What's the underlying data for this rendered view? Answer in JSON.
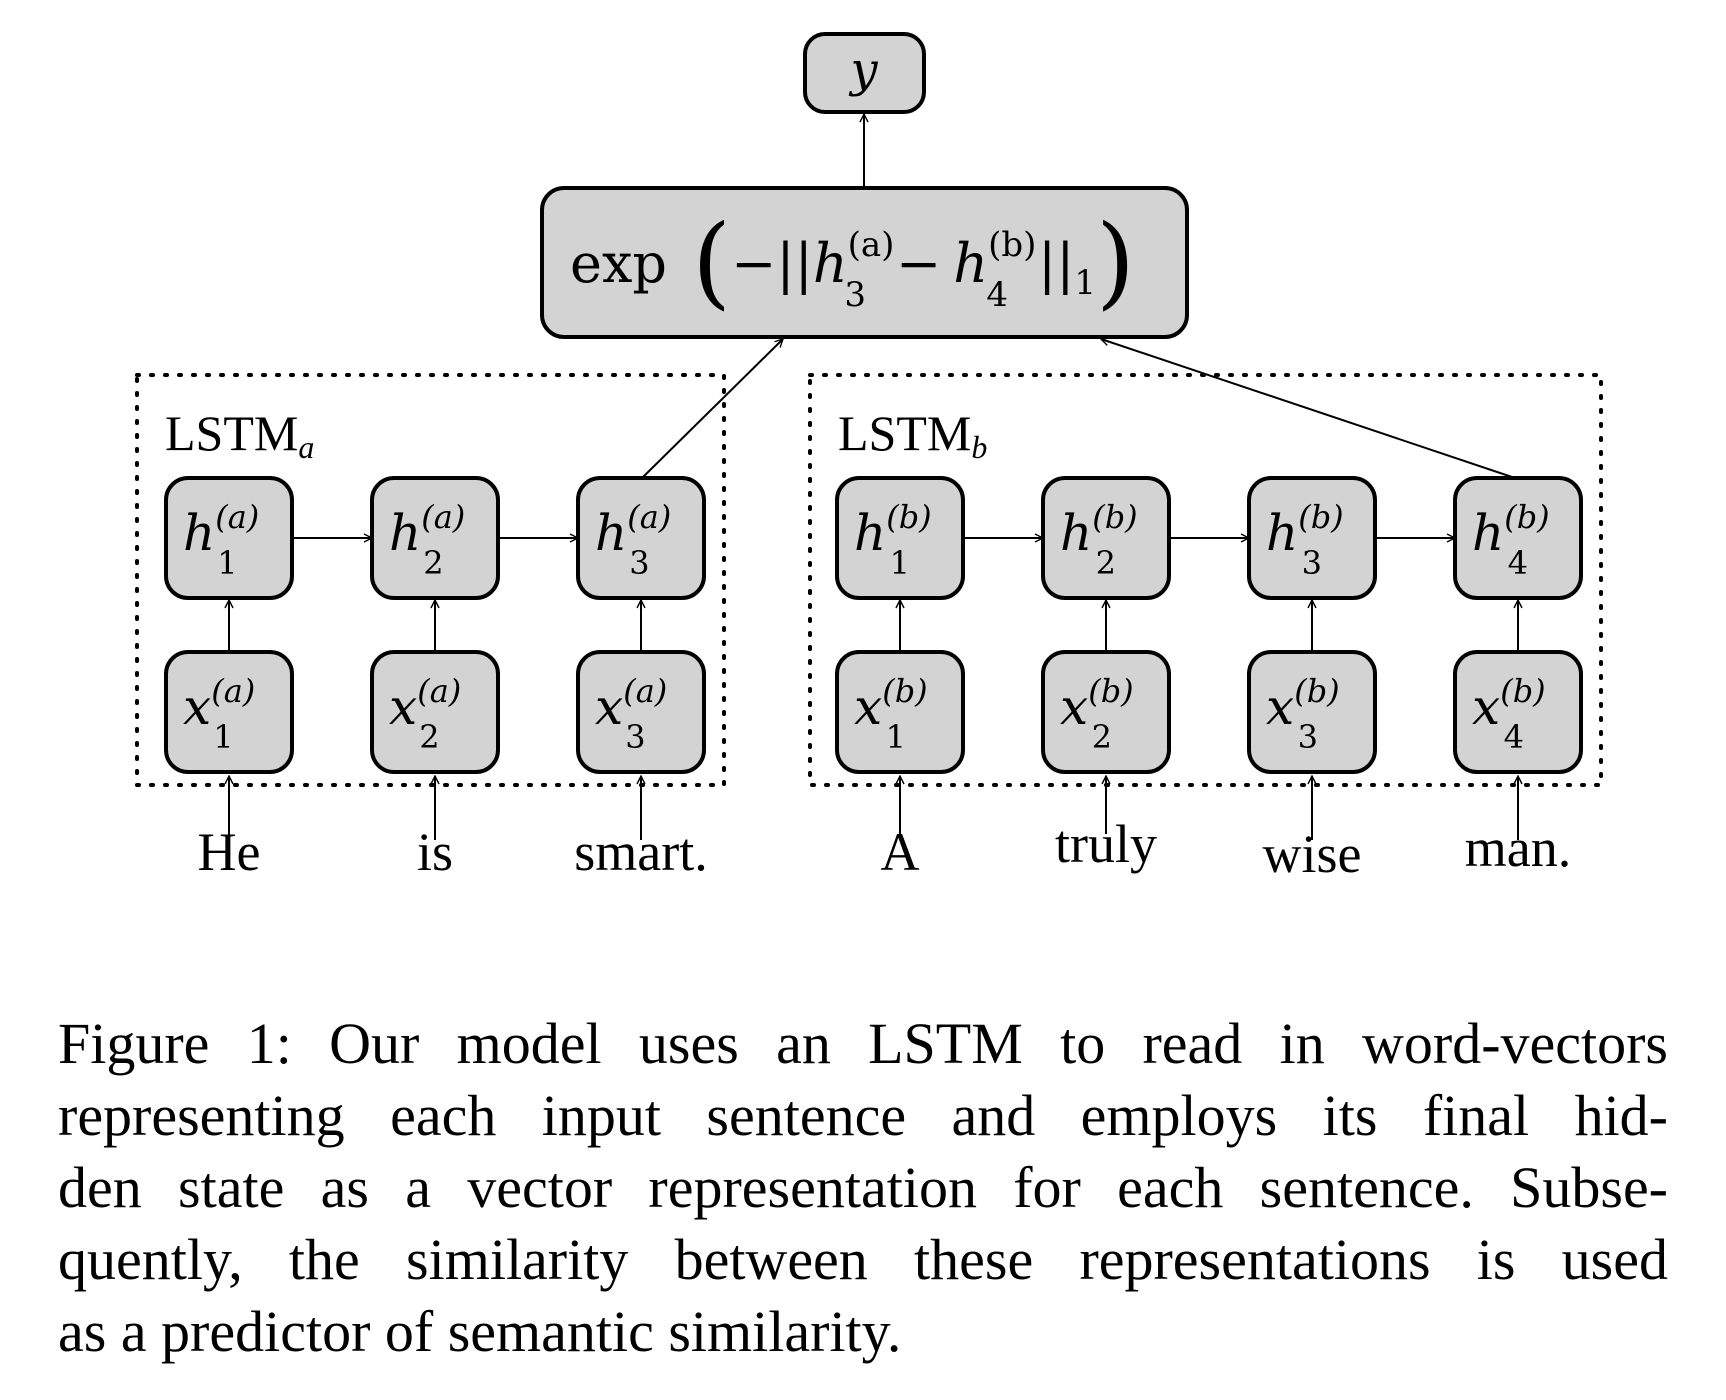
{
  "output_node": {
    "base": "y"
  },
  "similarity_node": {
    "func": "exp",
    "minus": "−",
    "norm_open": "||",
    "h_a": {
      "base": "h",
      "sup": "(a)",
      "sub": "3"
    },
    "op": "−",
    "h_b": {
      "base": "h",
      "sup": "(b)",
      "sub": "4"
    },
    "norm_close": "||",
    "norm_sub": "1"
  },
  "lstm_a": {
    "label": "LSTM",
    "label_sub": "a",
    "hidden": [
      {
        "base": "h",
        "sup": "(a)",
        "sub": "1"
      },
      {
        "base": "h",
        "sup": "(a)",
        "sub": "2"
      },
      {
        "base": "h",
        "sup": "(a)",
        "sub": "3"
      }
    ],
    "inputs": [
      {
        "base": "x",
        "sup": "(a)",
        "sub": "1"
      },
      {
        "base": "x",
        "sup": "(a)",
        "sub": "2"
      },
      {
        "base": "x",
        "sup": "(a)",
        "sub": "3"
      }
    ],
    "words": [
      "He",
      "is",
      "smart."
    ]
  },
  "lstm_b": {
    "label": "LSTM",
    "label_sub": "b",
    "hidden": [
      {
        "base": "h",
        "sup": "(b)",
        "sub": "1"
      },
      {
        "base": "h",
        "sup": "(b)",
        "sub": "2"
      },
      {
        "base": "h",
        "sup": "(b)",
        "sub": "3"
      },
      {
        "base": "h",
        "sup": "(b)",
        "sub": "4"
      }
    ],
    "inputs": [
      {
        "base": "x",
        "sup": "(b)",
        "sub": "1"
      },
      {
        "base": "x",
        "sup": "(b)",
        "sub": "2"
      },
      {
        "base": "x",
        "sup": "(b)",
        "sub": "3"
      },
      {
        "base": "x",
        "sup": "(b)",
        "sub": "4"
      }
    ],
    "words": [
      "A",
      "truly",
      "wise",
      "man."
    ]
  },
  "caption": {
    "lines": [
      "Figure 1: Our model uses an LSTM to read in word-vectors",
      "representing each input sentence and employs its final hid-",
      "den state as a vector representation for each sentence. Subse-",
      "quently, the similarity between these representations is used",
      "as a predictor of semantic similarity."
    ]
  },
  "colors": {
    "node_fill": "#d3d3d3",
    "stroke": "#000000"
  }
}
